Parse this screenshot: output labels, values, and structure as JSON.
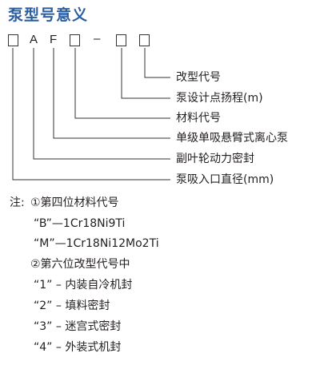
{
  "title": "泵型号意义",
  "code": {
    "letter_a": "A",
    "letter_f": "F",
    "dash": "–"
  },
  "labels": [
    "改型代号",
    "泵设计点扬程(m)",
    "材料代号",
    "单级单吸悬臂式离心泵",
    "副叶轮动力密封",
    "泵吸入口直径(mm)"
  ],
  "notes": {
    "prefix": "注:",
    "n1_title": "①第四位材料代号",
    "n1_b": "“B”—1Cr18Ni9Ti",
    "n1_m": "“M”—1Cr18Ni12Mo2Ti",
    "n2_title": "②第六位改型代号中",
    "n2_1": "“1” – 内装自冷机封",
    "n2_2": "“2” – 填料密封",
    "n2_3": "“3” – 迷宫式密封",
    "n2_4": "“4” – 外装式机封"
  },
  "colors": {
    "title": "#2b5ea0",
    "text": "#231f20",
    "line": "#333333"
  }
}
